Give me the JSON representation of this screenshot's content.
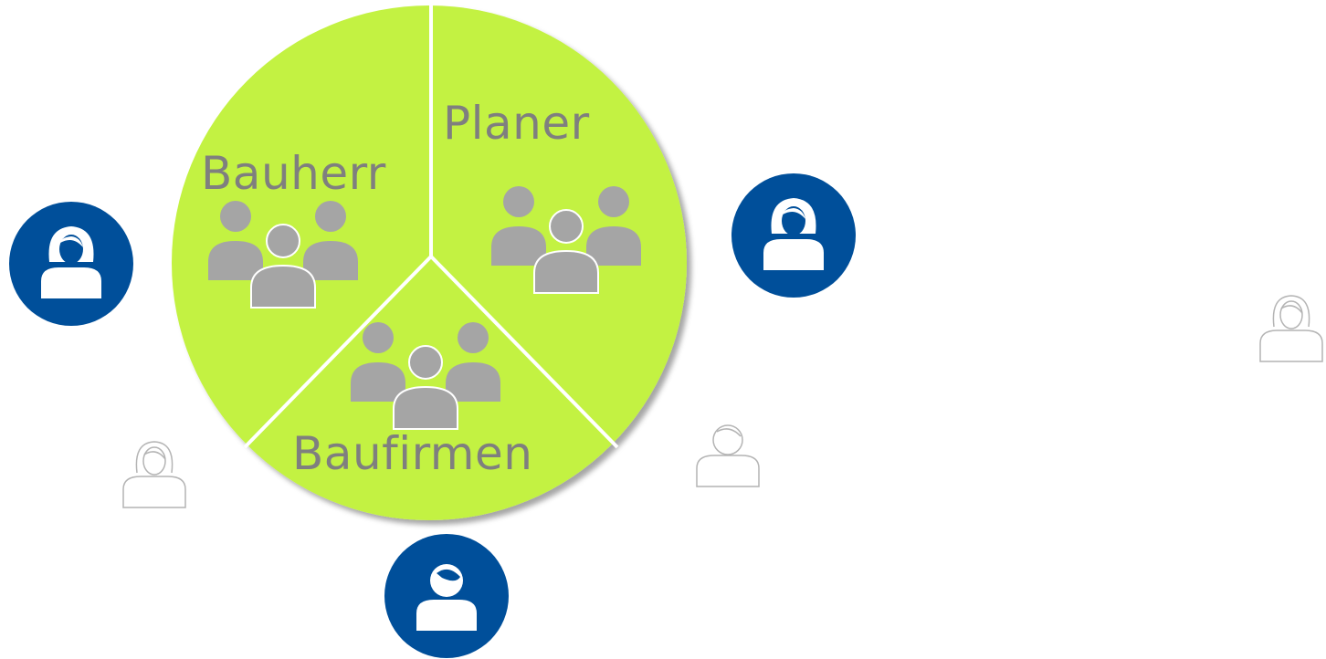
{
  "diagram": {
    "segments": [
      {
        "id": "bauherr",
        "label": "Bauherr"
      },
      {
        "id": "planer",
        "label": "Planer"
      },
      {
        "id": "baufirmen",
        "label": "Baufirmen"
      }
    ],
    "colors": {
      "circle_fill": "#c3f242",
      "divider": "#ffffff",
      "label_text": "#7f7f7f",
      "group_icon": "#a5a5a5",
      "badge_fill": "#004f9a",
      "badge_icon": "#ffffff",
      "outline_icon": "#b4b4b4"
    },
    "icons": [
      "group-icon",
      "group-icon",
      "group-icon",
      "female-user-icon",
      "male-user-icon",
      "female-user-outline-icon",
      "male-user-outline-icon"
    ]
  }
}
